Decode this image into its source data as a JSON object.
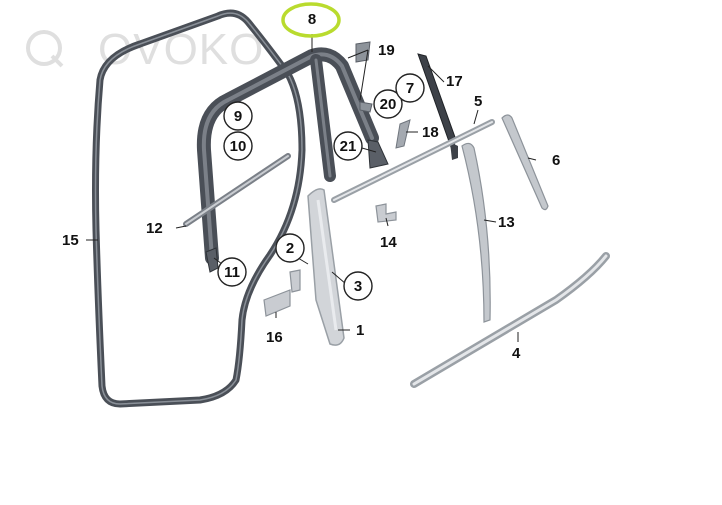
{
  "watermark": {
    "text": "OVOKO"
  },
  "colors": {
    "highlight": "#b9db2e",
    "seal_dark": "#4a4f57",
    "seal_mid": "#7b8088",
    "trim_light": "#d2d5d9",
    "trim_edge": "#9aa0a6",
    "label": "#111111"
  },
  "callouts": {
    "p1": "1",
    "p2": "2",
    "p3": "3",
    "p4": "4",
    "p5": "5",
    "p6": "6",
    "p7": "7",
    "p8": "8",
    "p9": "9",
    "p10": "10",
    "p11": "11",
    "p12": "12",
    "p13": "13",
    "p14": "14",
    "p15": "15",
    "p16": "16",
    "p17": "17",
    "p18": "18",
    "p19": "19",
    "p20": "20",
    "p21": "21"
  }
}
